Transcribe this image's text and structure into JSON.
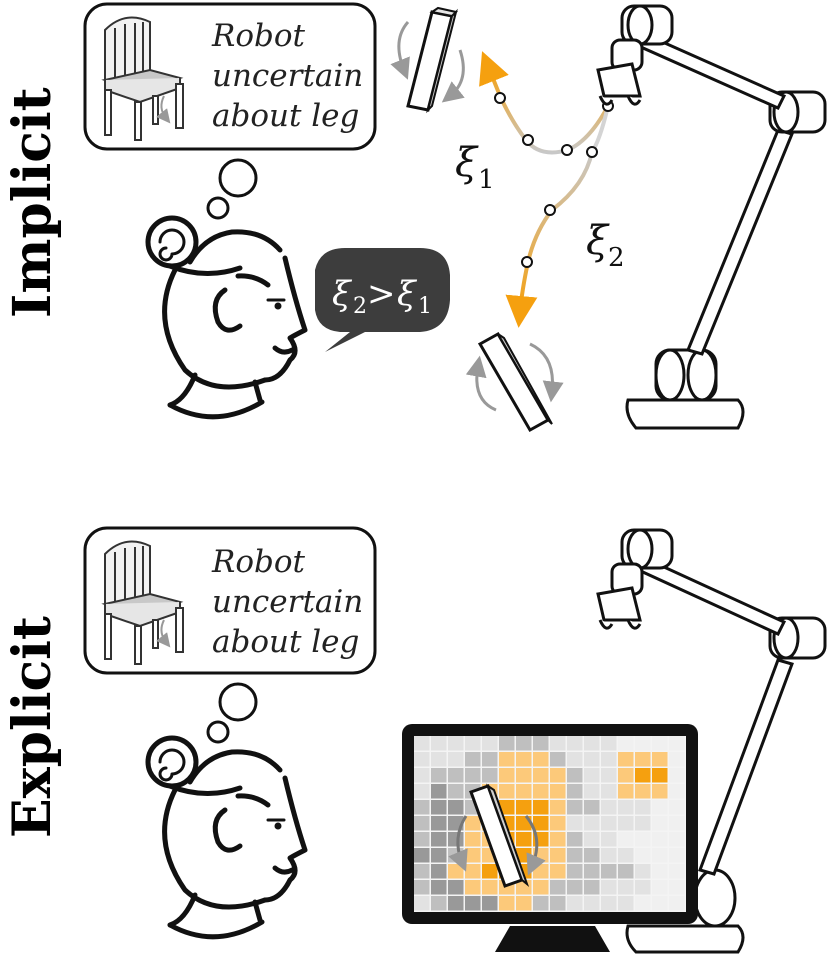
{
  "panels": [
    {
      "label": "Implicit",
      "thought": {
        "line1": "Robot",
        "line2": "uncertain",
        "line3": "about leg"
      },
      "trajectory_labels": {
        "t1_symbol": "ξ",
        "t1_sub": "1",
        "t2_symbol": "ξ",
        "t2_sub": "2"
      },
      "speech": {
        "a_symbol": "ξ",
        "a_sub": "2",
        "op": ">",
        "b_symbol": "ξ",
        "b_sub": "1"
      }
    },
    {
      "label": "Explicit",
      "thought": {
        "line1": "Robot",
        "line2": "uncertain",
        "line3": "about leg"
      }
    }
  ],
  "colors": {
    "accent_orange": "#f5a00f",
    "light_orange": "#fcc97a",
    "gray_path": "#c8c8c8",
    "dark_bubble": "#3d3d3d",
    "grid_dark": "#999999",
    "grid_mid": "#bfbfbf",
    "grid_light": "#e2e2e2",
    "grid_lighter": "#f0f0f0"
  },
  "icons": [
    "chair-icon",
    "chair-leg-icon",
    "rotate-arrows-icon",
    "robot-arm-icon",
    "person-head-icon",
    "monitor-icon",
    "thought-bubble-icon"
  ]
}
